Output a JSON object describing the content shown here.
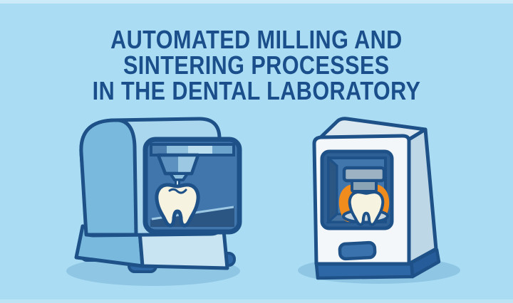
{
  "title": {
    "line1": "AUTOMATED MILLING AND",
    "line2": "SINTERING PROCESSES",
    "line3": "IN THE DENTAL LABORATORY",
    "color": "#1a4f8c"
  },
  "illustration": {
    "machines": [
      {
        "name": "milling-machine",
        "description": "Blue dental milling machine with drill spindle carving a tooth crown in its window"
      },
      {
        "name": "sintering-furnace",
        "description": "White sintering furnace with tooth crown glowing orange inside heating chamber"
      }
    ],
    "colors": {
      "background": "#aaddf3",
      "outline": "#1d5187",
      "machine_blue": "#79b9dd",
      "machine_light_blue": "#aad6ee",
      "panel_light": "#c8e4f3",
      "furnace_white": "#f3f7fa",
      "furnace_top": "#dce9f1",
      "furnace_side": "#bdd7e7",
      "chamber_blue": "#4176ad",
      "chamber_dark": "#2b5583",
      "heater_gray": "#9db3c3",
      "glow_orange": "#f08c1e",
      "tooth_cream": "#f7f3e1",
      "tray_gray": "#c9d5dd",
      "shadow_blue": "#8fc6e4",
      "foot_blue": "#2e67a6"
    }
  }
}
